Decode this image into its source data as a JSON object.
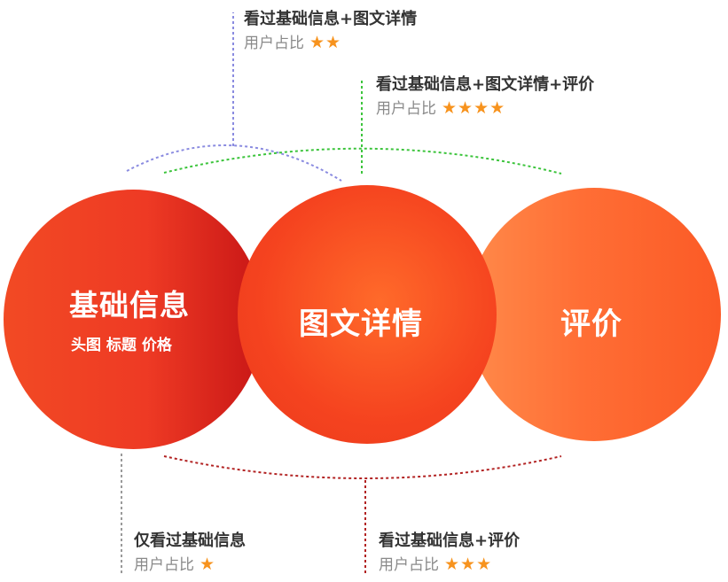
{
  "circles": {
    "basic": {
      "title": "基础信息",
      "subtitle": "头图 标题 价格"
    },
    "detail": {
      "title": "图文详情"
    },
    "review": {
      "title": "评价"
    }
  },
  "labels": [
    {
      "head": "看过基础信息+图文详情",
      "sub": "用户占比",
      "stars": "★★",
      "rating": 2,
      "line_color": "#8a8be0"
    },
    {
      "head": "看过基础信息+图文详情+评价",
      "sub": "用户占比",
      "stars": "★★★★",
      "rating": 4,
      "line_color": "#3cc43c"
    },
    {
      "head": "仅看过基础信息",
      "sub": "用户占比",
      "stars": "★",
      "rating": 1,
      "line_color": "#9a9a9a"
    },
    {
      "head": "看过基础信息+评价",
      "sub": "用户占比",
      "stars": "★★★",
      "rating": 3,
      "line_color": "#b22222"
    }
  ],
  "colors": {
    "basic_circle": "#ee3a24",
    "detail_circle": "#f5431f",
    "review_circle": "#ff6e35",
    "star": "#f7931e"
  }
}
